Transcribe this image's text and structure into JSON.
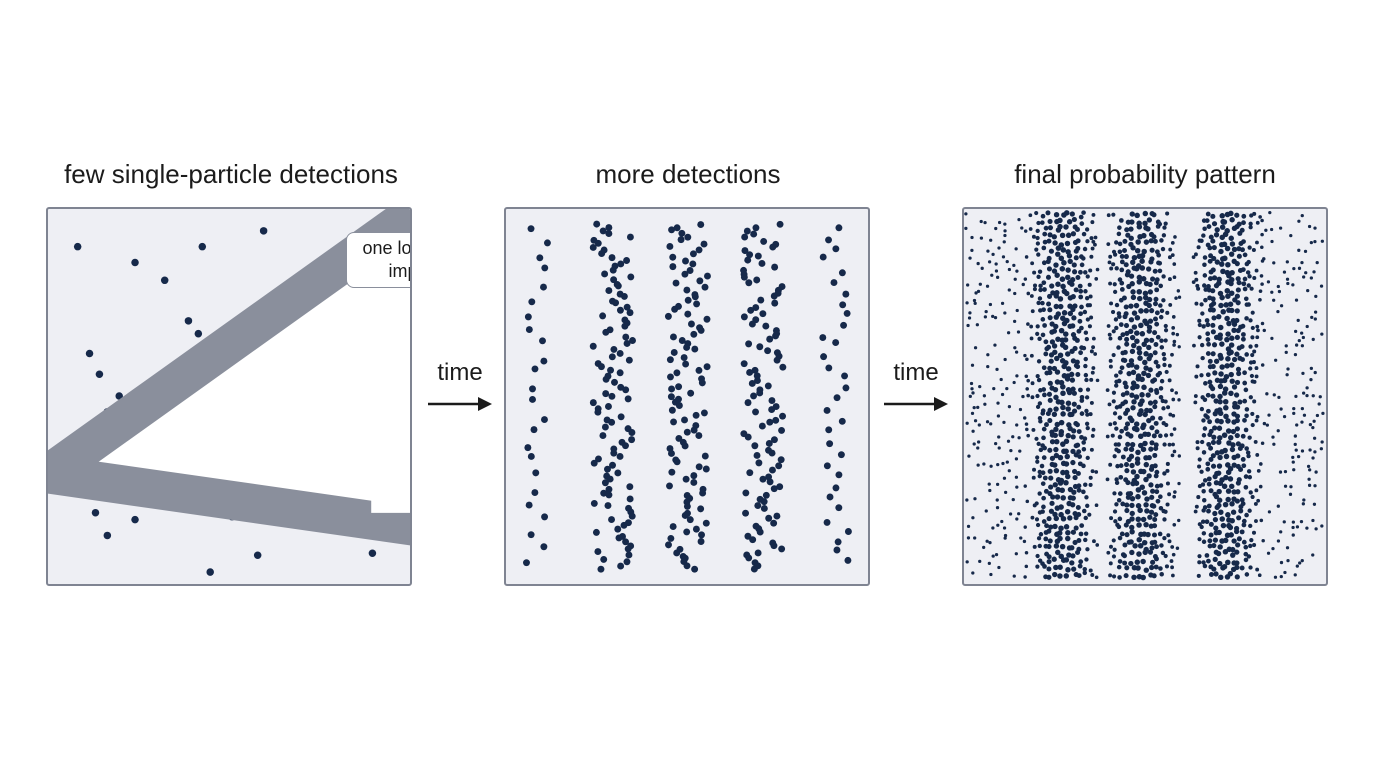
{
  "panels": [
    {
      "title": "few single-particle detections"
    },
    {
      "title": "more detections"
    },
    {
      "title": "final probability pattern"
    }
  ],
  "callout": {
    "line1": "one localized",
    "line2": "impact"
  },
  "arrows": [
    {
      "label": "time"
    },
    {
      "label": "time"
    }
  ],
  "colors": {
    "dot": "#16294a",
    "panel_bg": "#eeeff4",
    "panel_border": "#7f8492",
    "text": "#1b1b1b"
  }
}
